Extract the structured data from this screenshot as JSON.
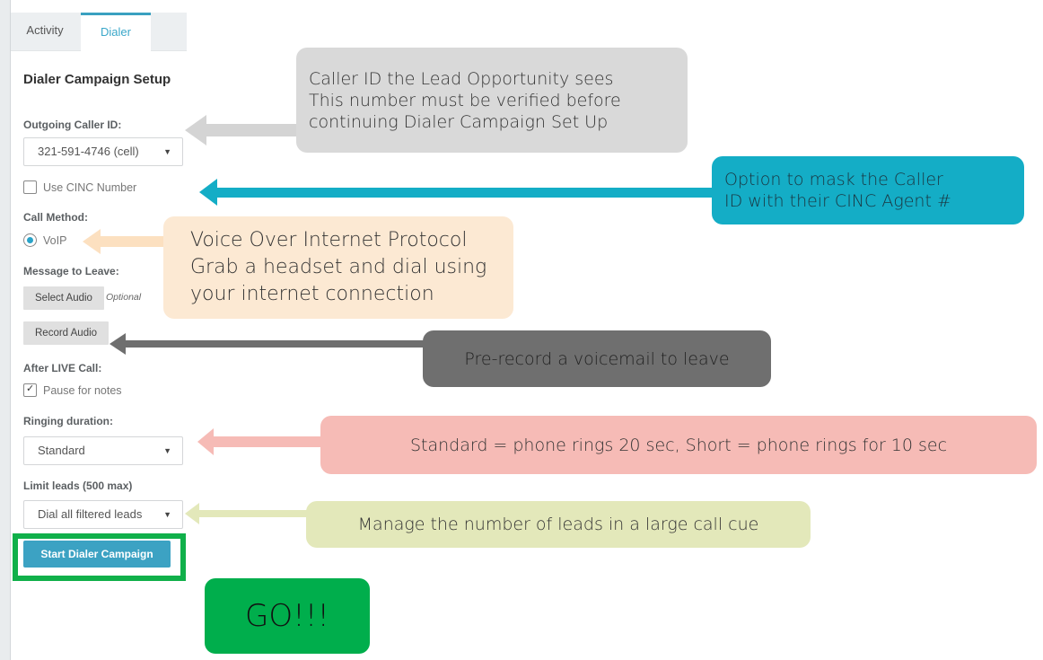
{
  "tabs": [
    {
      "label": "Activity",
      "active": false
    },
    {
      "label": "Dialer",
      "active": true
    }
  ],
  "panel": {
    "title": "Dialer Campaign Setup",
    "outgoing_caller_id": {
      "label": "Outgoing Caller ID:",
      "selected": "321-591-4746 (cell)"
    },
    "use_cinc_number": {
      "label": "Use CINC Number",
      "checked": false
    },
    "call_method": {
      "label": "Call Method:",
      "option": "VoIP",
      "selected": true
    },
    "message_to_leave": {
      "label": "Message to Leave:",
      "select_audio_label": "Select Audio",
      "optional_label": "Optional",
      "record_audio_label": "Record Audio"
    },
    "after_live_call": {
      "label": "After LIVE Call:",
      "pause_for_notes_label": "Pause for notes",
      "checked": true
    },
    "ringing_duration": {
      "label": "Ringing duration:",
      "selected": "Standard"
    },
    "limit_leads": {
      "label": "Limit leads (500 max)",
      "selected": "Dial all filtered leads"
    },
    "start_button_label": "Start Dialer Campaign",
    "caret_icon": "▼"
  },
  "callouts": {
    "caller_id": {
      "text": "Caller ID the Lead Opportunity sees\nThis number must be verified before\ncontinuing Dialer Campaign Set Up",
      "color": "#d9d9d9"
    },
    "cinc_mask": {
      "text": "Option to mask the Caller\nID with their CINC Agent #",
      "color": "#14adc6"
    },
    "voip": {
      "text": "Voice Over Internet Protocol\nGrab a headset and dial using\nyour internet connection",
      "color": "#fce9d3"
    },
    "record": {
      "text": "Pre-record a voicemail to leave",
      "color": "#6f6f6f"
    },
    "ringing": {
      "text": "Standard = phone rings 20 sec, Short = phone rings for 10 sec",
      "color": "#f6bbb6"
    },
    "limit": {
      "text": "Manage the number of leads in a large call cue",
      "color": "#e3e8ba"
    },
    "go": {
      "text": "GO!!!",
      "color": "#00ae4c"
    }
  },
  "colors": {
    "accent": "#3ca2c3",
    "highlight_frame": "#10b04a"
  }
}
